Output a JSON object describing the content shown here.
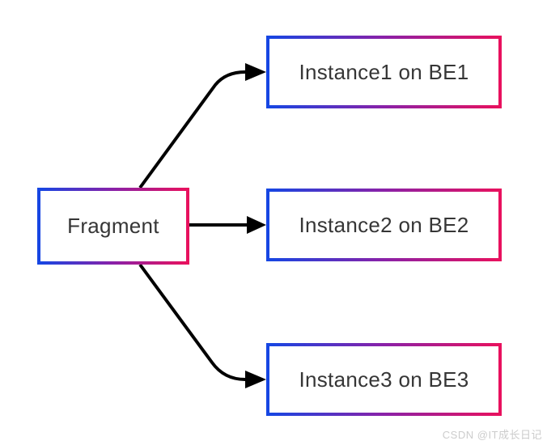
{
  "diagram": {
    "background": "#ffffff",
    "nodes": {
      "fragment": {
        "label": "Fragment"
      },
      "instance1": {
        "label": "Instance1 on BE1"
      },
      "instance2": {
        "label": "Instance2 on BE2"
      },
      "instance3": {
        "label": "Instance3 on BE3"
      }
    },
    "edges": [
      {
        "from": "fragment",
        "to": "instance1",
        "direction": "up-right"
      },
      {
        "from": "fragment",
        "to": "instance2",
        "direction": "right"
      },
      {
        "from": "fragment",
        "to": "instance3",
        "direction": "down-right"
      }
    ],
    "colors": {
      "node_border_gradient_start": "#1646e3",
      "node_border_gradient_mid": "#8a21a8",
      "node_border_gradient_end": "#e8115e",
      "node_fill": "#ffffff",
      "node_text": "#363636",
      "arrow": "#000000"
    }
  },
  "watermark": {
    "text": "CSDN @IT成长日记",
    "color": "#cccccc"
  }
}
